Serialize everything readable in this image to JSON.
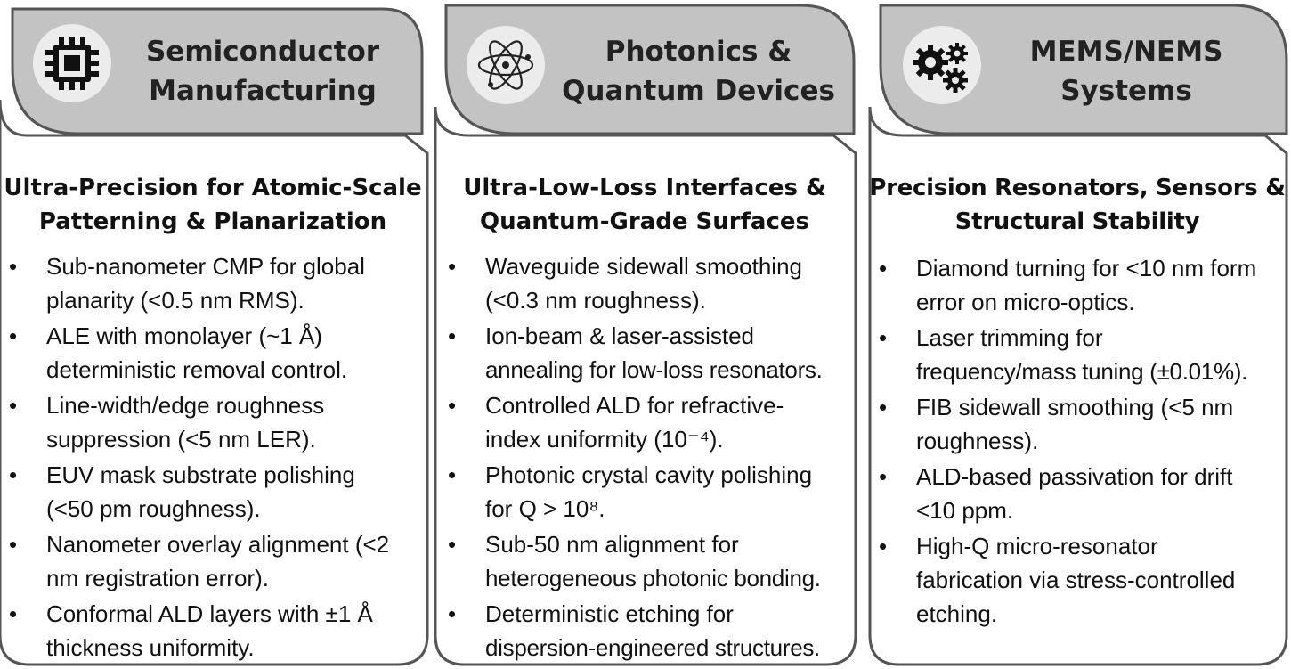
{
  "panels": [
    {
      "icon": "chip-icon",
      "title_line1": "Semiconductor",
      "title_line2": "Manufacturing",
      "subtitle_line1": "Ultra-Precision for Atomic-Scale",
      "subtitle_line2": "Patterning & Planarization",
      "bullets": [
        [
          "Sub-nanometer CMP for global",
          "planarity (<0.5 nm RMS)."
        ],
        [
          "ALE with monolayer (~1 Å)",
          "deterministic removal control."
        ],
        [
          "Line-width/edge roughness",
          "suppression (<5 nm LER)."
        ],
        [
          "EUV mask substrate polishing",
          "(<50 pm roughness)."
        ],
        [
          "Nanometer overlay alignment (<2",
          "nm registration error)."
        ],
        [
          "Conformal ALD layers with ±1 Å",
          "thickness uniformity."
        ]
      ]
    },
    {
      "icon": "atom-icon",
      "title_line1": "Photonics &",
      "title_line2": "Quantum Devices",
      "subtitle_line1": "Ultra-Low-Loss Interfaces &",
      "subtitle_line2": "Quantum-Grade Surfaces",
      "bullets": [
        [
          "Waveguide sidewall smoothing",
          "(<0.3 nm roughness)."
        ],
        [
          "Ion-beam & laser-assisted",
          "annealing for low-loss resonators."
        ],
        [
          "Controlled ALD for refractive-",
          "index uniformity (10⁻⁴)."
        ],
        [
          "Photonic crystal cavity polishing",
          "for Q > 10⁸."
        ],
        [
          "Sub-50 nm alignment for",
          "heterogeneous photonic bonding."
        ],
        [
          "Deterministic etching for",
          "dispersion-engineered structures."
        ]
      ]
    },
    {
      "icon": "gears-icon",
      "title_line1": "MEMS/NEMS",
      "title_line2": "Systems",
      "subtitle_line1": "Precision Resonators, Sensors &",
      "subtitle_line2": "Structural Stability",
      "bullets": [
        [
          "Diamond turning for <10 nm form",
          "error on micro-optics."
        ],
        [
          "Laser trimming for",
          "frequency/mass tuning (±0.01%)."
        ],
        [
          "FIB sidewall smoothing (<5 nm",
          "roughness)."
        ],
        [
          "ALD-based passivation for drift",
          "<10 ppm."
        ],
        [
          "High-Q micro-resonator",
          "fabrication via stress-controlled",
          "etching."
        ]
      ]
    }
  ],
  "bullet_char": "•",
  "colors": {
    "header_fill": "#c3c3c3",
    "outline": "#555555",
    "icon_bg": "#ececec"
  }
}
